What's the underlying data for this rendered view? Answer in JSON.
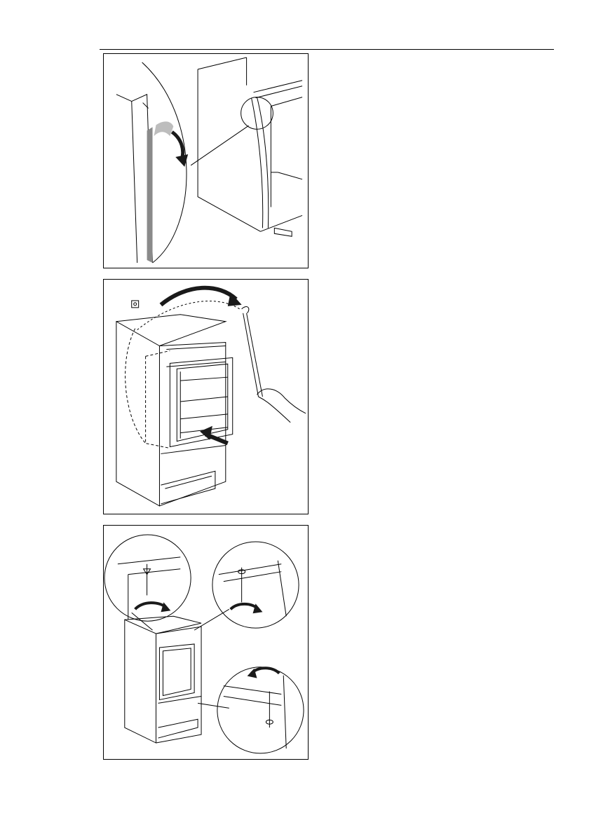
{
  "page": {
    "header_rule": true
  },
  "figures": [
    {
      "id": "fig-1",
      "icon": "seal-strip-peel-icon"
    },
    {
      "id": "fig-2",
      "icon": "appliance-insert-icon"
    },
    {
      "id": "fig-3",
      "icon": "screw-fixing-icon"
    }
  ],
  "colors": {
    "line": "#000000",
    "strip": "#8a8a8a",
    "arrow": "#1a1a1a"
  }
}
